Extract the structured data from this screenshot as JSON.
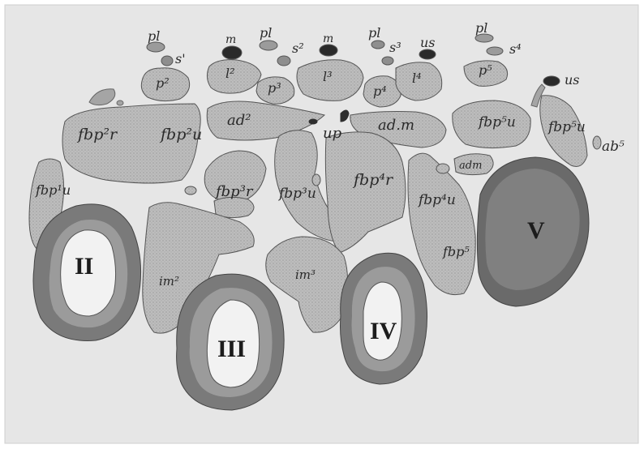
{
  "diagram": {
    "bone_numerals": [
      "II",
      "III",
      "IV",
      "V"
    ],
    "labels": [
      "pl",
      "s'",
      "m",
      "pl",
      "s²",
      "m",
      "pl",
      "s³",
      "us",
      "pl",
      "s⁴",
      "us",
      "p²",
      "l²",
      "p³",
      "l³",
      "p⁴",
      "l⁴",
      "p⁵",
      "fbp²r",
      "fbp²u",
      "ad²",
      "up",
      "ad.m",
      "fbp⁵u",
      "fbp⁵u",
      "ab⁵",
      "fbp¹u",
      "fbp³r",
      "fbp³u",
      "fbp⁴r",
      "fbp⁴u",
      "adm",
      "fbp⁵",
      "im²",
      "im³"
    ]
  },
  "colors": {
    "background": "#ffffff",
    "paper": "#e7e7e7",
    "muscle_fill": "#b9b9b9",
    "dark_tissue": "#5a5a5a",
    "bone_ring_outer": "#7a7a7a",
    "bone_ring_inner": "#9d9d9d",
    "marrow": "#f2f2f2",
    "tendon": "#2e2e2e"
  }
}
